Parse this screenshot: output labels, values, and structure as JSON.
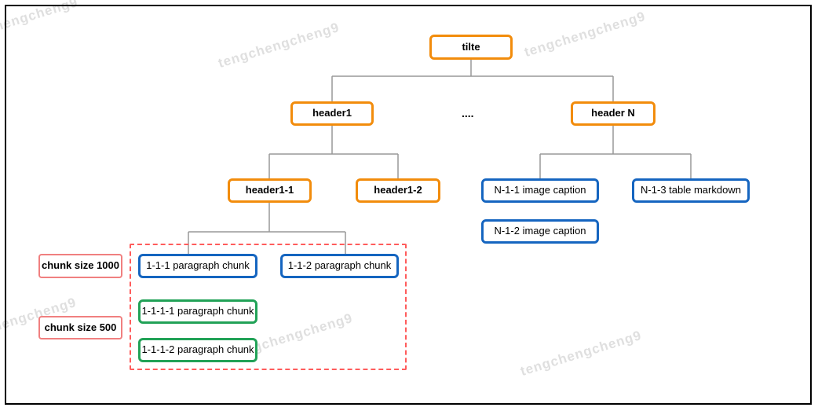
{
  "watermark": "tengchengcheng9",
  "tree": {
    "title": "tilte",
    "ellipsis": "....",
    "header1": "header1",
    "headerN": "header N",
    "header1_1": "header1-1",
    "header1_2": "header1-2",
    "n_1_1": "N-1-1 image caption",
    "n_1_2": "N-1-2 image caption",
    "n_1_3": "N-1-3 table markdown",
    "chunk_1_1_1": "1-1-1 paragraph chunk",
    "chunk_1_1_2": "1-1-2 paragraph chunk",
    "chunk_1_1_1_1": "1-1-1-1 paragraph chunk",
    "chunk_1_1_1_2": "1-1-1-2 paragraph chunk"
  },
  "annotations": {
    "chunk_size_1000": "chunk size 1000",
    "chunk_size_500": "chunk size 500"
  },
  "colors": {
    "header_border": "#F28C0C",
    "caption_border": "#1565C0",
    "subchunk_border": "#21A257",
    "region_border": "#FF5C5C",
    "annotation_border": "#F08080",
    "connector": "#999999",
    "frame_border": "#000000"
  }
}
